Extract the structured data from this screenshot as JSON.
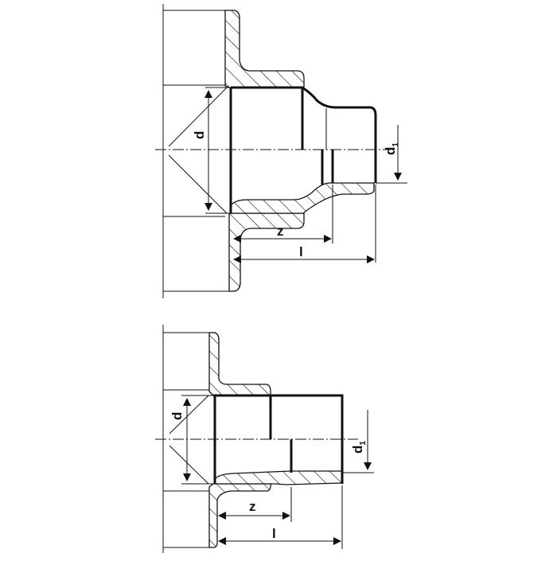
{
  "drawings": [
    {
      "name": "reducer-type-1-conical",
      "labels": {
        "d": "d",
        "d1": "d1",
        "z": "z",
        "l": "l"
      }
    },
    {
      "name": "reducer-type-2-stepped",
      "labels": {
        "d": "d",
        "d1": "d1",
        "z": "z",
        "l": "l"
      }
    }
  ],
  "colors": {
    "line": "#111111",
    "background": "#ffffff"
  }
}
